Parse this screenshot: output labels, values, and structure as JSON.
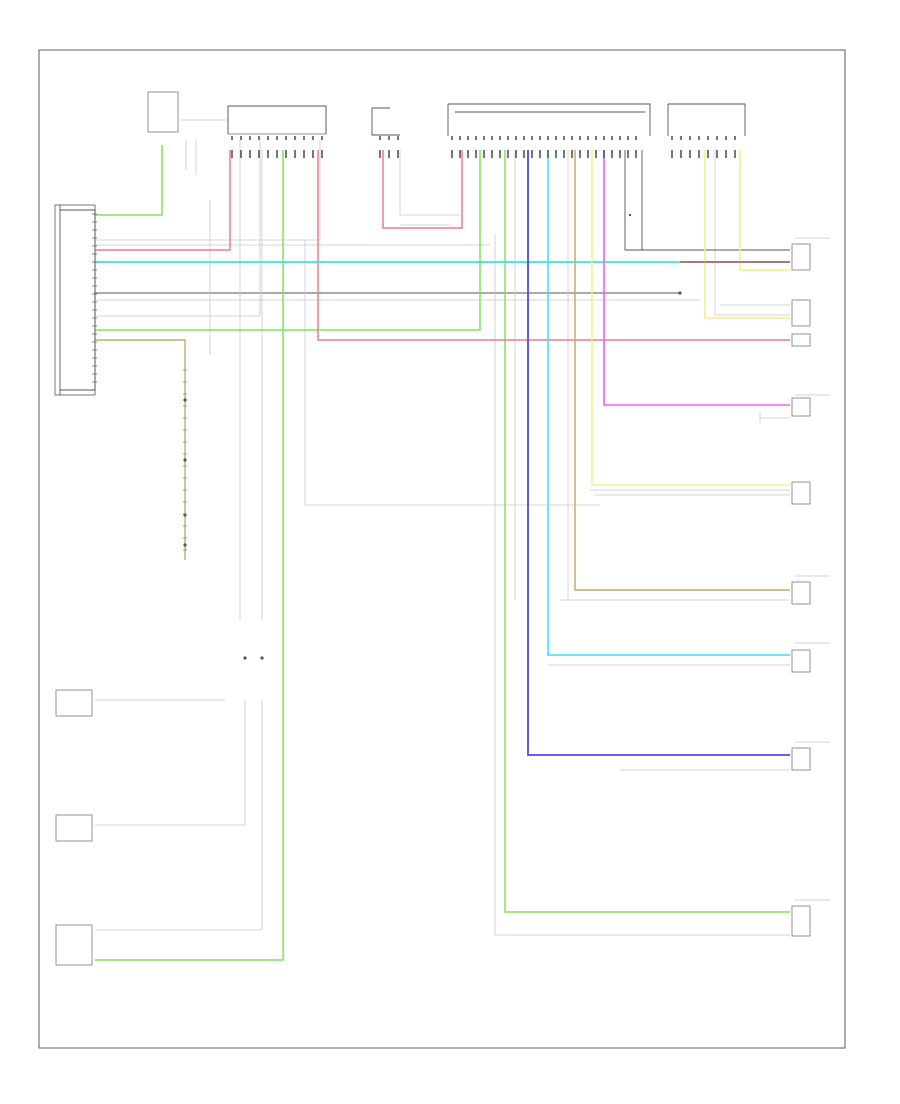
{
  "diagram": {
    "footer_code": "",
    "components": [
      {
        "id": "ecm-left",
        "label": "",
        "sublabel": ""
      },
      {
        "id": "junction-top-left",
        "label": "",
        "sublabel": ""
      },
      {
        "id": "connector-top-mid",
        "label": "",
        "sublabel": ""
      },
      {
        "id": "connector-top-right",
        "label": "",
        "sublabel": ""
      },
      {
        "id": "connector-far-right",
        "label": "",
        "sublabel": ""
      }
    ],
    "wire_colors": {
      "green": "#7fe35a",
      "red": "#f07a8a",
      "cyan": "#38e0f0",
      "blue": "#4a4af0",
      "magenta": "#f060f0",
      "yellow": "#f2ef80",
      "tan": "#c8a870",
      "gray": "#c8c8c8",
      "dark": "#555555"
    }
  }
}
